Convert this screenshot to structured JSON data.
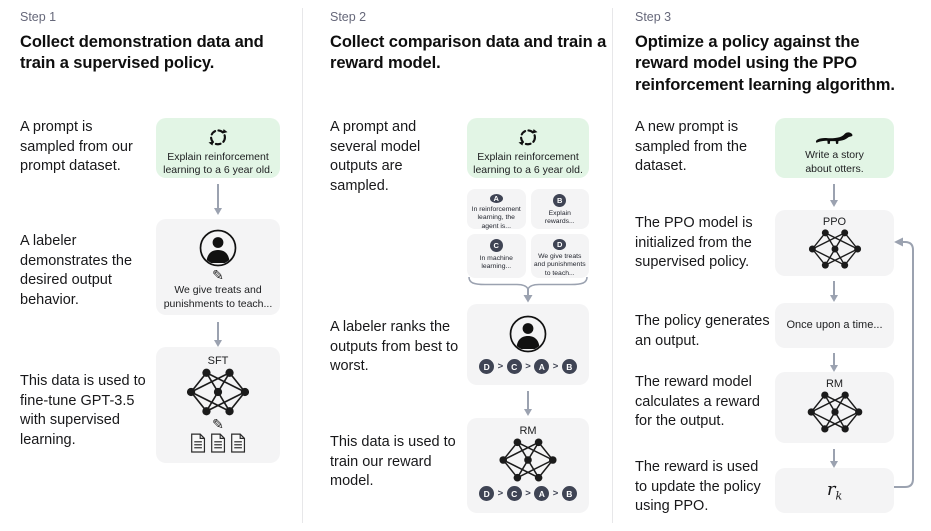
{
  "colors": {
    "green_box": "#e2f5e5",
    "gray_box": "#f4f4f5",
    "badge": "#3f4454",
    "arrow": "#9ba2b0"
  },
  "icons": {
    "pencil": "✎"
  },
  "steps": [
    {
      "label": "Step 1",
      "title": "Collect demonstration data and train a supervised policy.",
      "captions": {
        "prompt": "A prompt is sampled from our prompt dataset.",
        "labeler": "A labeler demonstrates the desired output behavior.",
        "train": "This data is used to fine-tune GPT-3.5 with supervised learning."
      },
      "boxes": {
        "prompt_text": "Explain reinforcement learning to a 6 year old.",
        "labeler_text": "We give treats and punishments to teach...",
        "model_label": "SFT"
      }
    },
    {
      "label": "Step 2",
      "title": "Collect comparison data and train a reward model.",
      "captions": {
        "prompt": "A prompt and several model outputs are sampled.",
        "labeler": "A labeler ranks the outputs from best to worst.",
        "train": "This data is used to train our reward model."
      },
      "boxes": {
        "prompt_text": "Explain reinforcement learning to a 6 year old.",
        "outputs": [
          {
            "letter": "A",
            "text": "In reinforcement learning, the agent is..."
          },
          {
            "letter": "B",
            "text": "Explain rewards..."
          },
          {
            "letter": "C",
            "text": "In machine learning..."
          },
          {
            "letter": "D",
            "text": "We give treats and punishments to teach..."
          }
        ],
        "ranking": [
          "D",
          "C",
          "A",
          "B"
        ],
        "ranking_separator": ">",
        "model_label": "RM"
      }
    },
    {
      "label": "Step 3",
      "title": "Optimize a policy against the reward model using the PPO reinforcement learning algorithm.",
      "captions": {
        "prompt": "A new prompt is sampled from the dataset.",
        "ppo": "The PPO model is initialized from the supervised policy.",
        "output": "The policy generates an output.",
        "rm": "The reward model calculates a reward for the output.",
        "reward": "The reward is used to update the policy using PPO."
      },
      "boxes": {
        "prompt_text": "Write a story about otters.",
        "ppo_label": "PPO",
        "output_text": "Once upon a time...",
        "rm_label": "RM",
        "reward_symbol": "r",
        "reward_subscript": "k"
      }
    }
  ]
}
